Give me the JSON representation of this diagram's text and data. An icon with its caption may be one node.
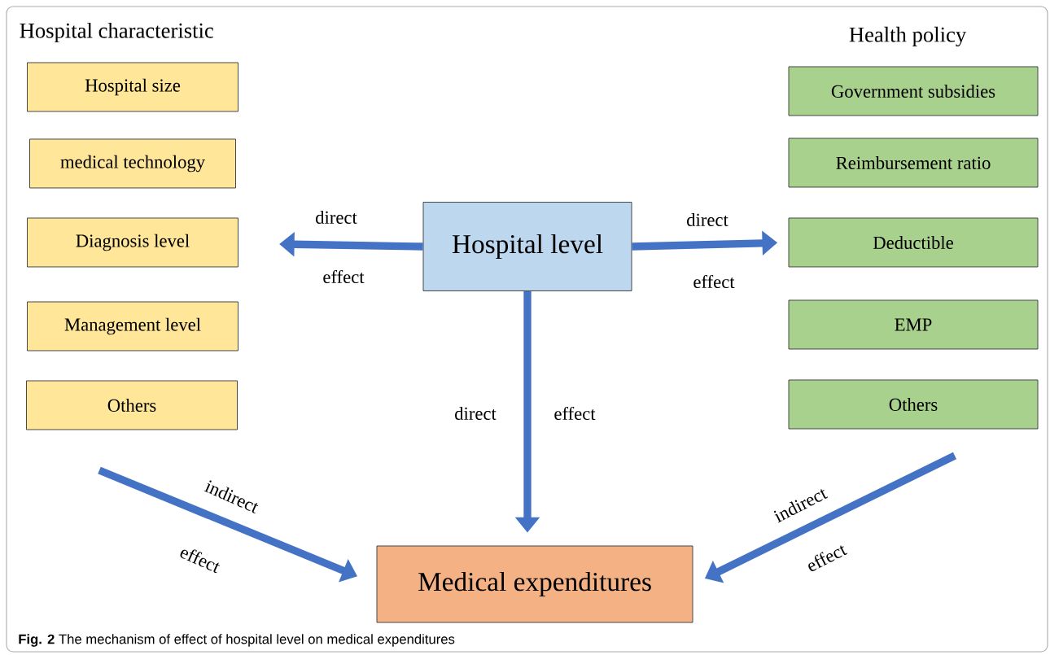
{
  "diagram": {
    "caption": "**Fig. 2** The mechanism of effect of hospital level on medical expenditures",
    "nodes": [
      {
        "text": [
          "Hospital size"
        ]
      },
      {
        "text": [
          "medical technology"
        ]
      },
      {
        "text": [
          "Diagnosis level"
        ]
      },
      {
        "text": [
          "Management level"
        ]
      },
      {
        "text": [
          "Others"
        ]
      },
      {
        "text": [
          "Hospital level"
        ]
      },
      {
        "text": [
          "Government subsidies"
        ]
      },
      {
        "text": [
          "Reimbursement ratio"
        ]
      },
      {
        "text": [
          "Deductible"
        ]
      },
      {
        "text": [
          "EMP"
        ]
      },
      {
        "text": [
          "Others"
        ]
      },
      {
        "text": [
          "Medical expenditures"
        ]
      }
    ],
    "edges": [
      {
        "from": 5,
        "to": null,
        "arrow": "to",
        "label": "direct"
      },
      {
        "from": 5,
        "to": 8,
        "arrow": "to",
        "label": "direct"
      },
      {
        "from": 5,
        "to": 11,
        "arrow": "to",
        "label": "direct"
      },
      {
        "from": null,
        "to": 11,
        "arrow": "to",
        "label": "indirect"
      },
      {
        "from": null,
        "to": 11,
        "arrow": "to",
        "label": "indirect"
      }
    ],
    "labels": [
      "Hospital characteristic",
      "Health policy",
      "effect",
      "effect",
      "effect",
      "effect",
      "effect"
    ]
  }
}
